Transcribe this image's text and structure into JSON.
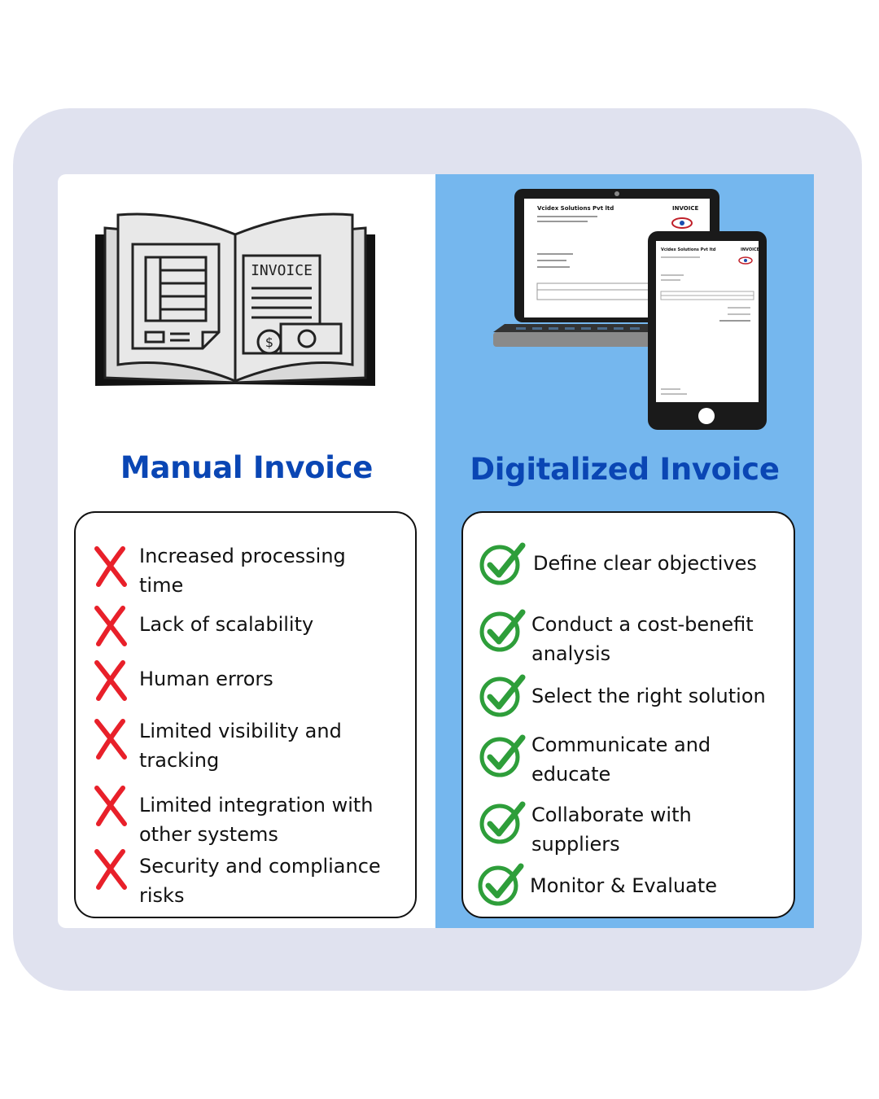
{
  "manual": {
    "title": "Manual Invoice",
    "book_label": "INVOICE",
    "items": [
      {
        "line1": "Increased processing",
        "line2": "time"
      },
      {
        "line1": "Lack of scalability",
        "line2": ""
      },
      {
        "line1": "Human errors",
        "line2": ""
      },
      {
        "line1": "Limited visibility and",
        "line2": "tracking"
      },
      {
        "line1": "Limited integration with",
        "line2": "other systems"
      },
      {
        "line1": "Security and compliance",
        "line2": "risks"
      }
    ]
  },
  "digital": {
    "title": "Digitalized Invoice",
    "laptop_company": "Vcidex Solutions Pvt ltd",
    "laptop_doc": "INVOICE",
    "tablet_company": "Vcidex Solutions Pvt ltd",
    "tablet_doc": "INVOICE",
    "items": [
      {
        "line1": "Define clear objectives",
        "line2": ""
      },
      {
        "line1": "Conduct a cost-benefit",
        "line2": "analysis"
      },
      {
        "line1": "Select the right solution",
        "line2": ""
      },
      {
        "line1": "Communicate and",
        "line2": "educate"
      },
      {
        "line1": "Collaborate with",
        "line2": "suppliers"
      },
      {
        "line1": "Monitor & Evaluate",
        "line2": ""
      }
    ]
  },
  "colors": {
    "heading": "#0a46b4",
    "cross": "#e8202a",
    "check": "#2e9e3a",
    "right_panel": "#75b7ee",
    "outer": "#e0e2ef"
  }
}
